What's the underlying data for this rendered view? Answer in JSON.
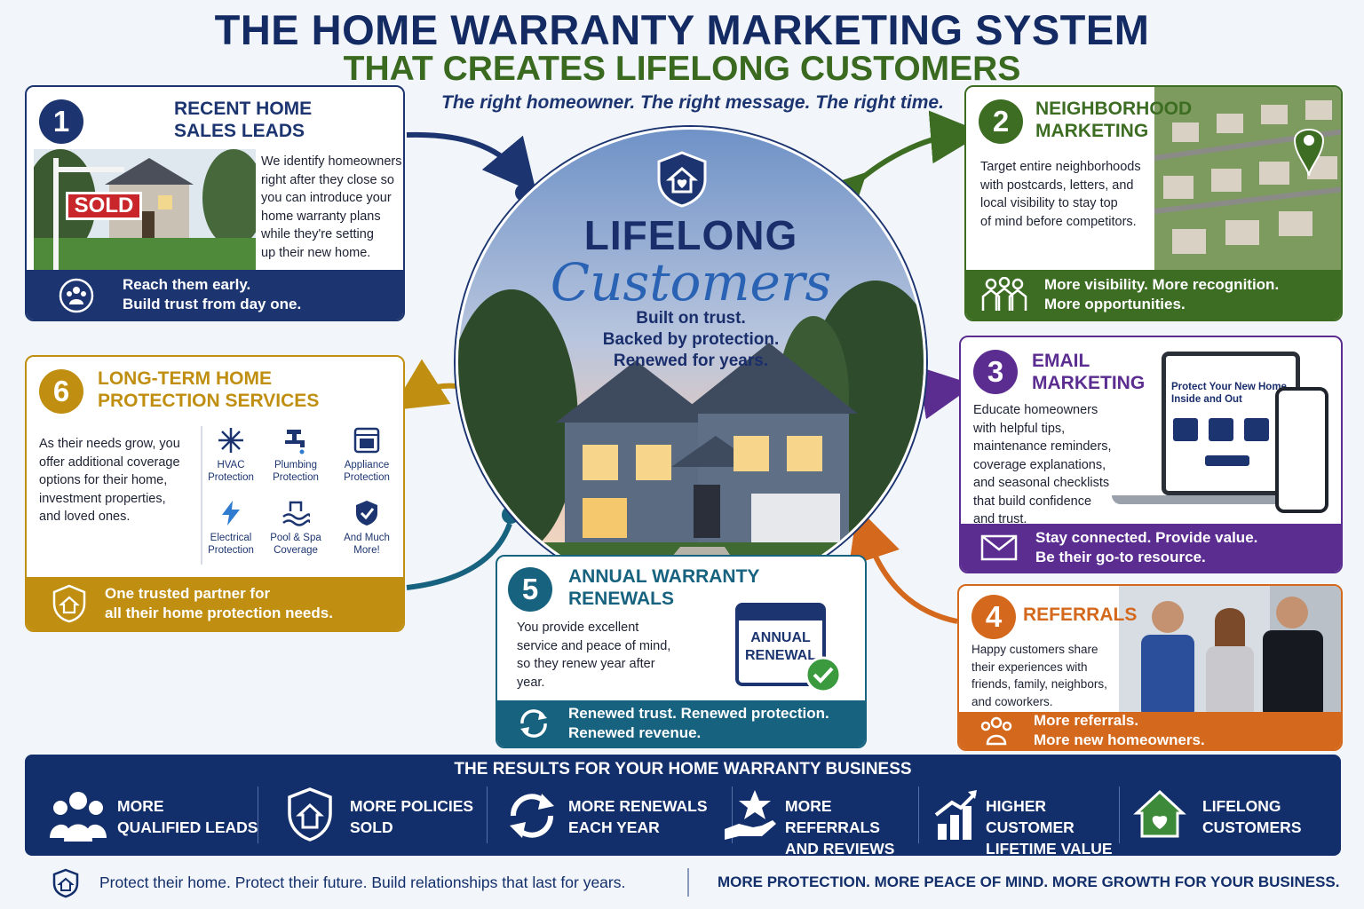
{
  "header": {
    "title": "THE HOME WARRANTY MARKETING SYSTEM",
    "subtitle": "THAT CREATES LIFELONG CUSTOMERS",
    "tagline": "The right homeowner. The right message. The right time."
  },
  "center": {
    "line1": "LIFELONG",
    "line2": "Customers",
    "sub1": "Built on trust.",
    "sub2": "Backed by protection.",
    "sub3": "Renewed for years."
  },
  "cards": {
    "recent": {
      "number": "1",
      "title1": "RECENT HOME",
      "title2": "SALES LEADS",
      "sign": "SOLD",
      "body": [
        "We identify homeowners",
        "right after they close so",
        "you can introduce your",
        "home warranty plans",
        "while they're setting",
        "up their new home."
      ],
      "foot1": "Reach them early.",
      "foot2": "Build trust from day one.",
      "color": "#1c3570"
    },
    "neighborhood": {
      "number": "2",
      "title1": "NEIGHBORHOOD",
      "title2": "MARKETING",
      "body": [
        "Target entire neighborhoods",
        "with postcards, letters, and",
        "local visibility to stay top",
        "of mind before competitors."
      ],
      "foot1": "More visibility. More recognition.",
      "foot2": "More opportunities.",
      "color": "#3d6d23"
    },
    "email": {
      "number": "3",
      "title1": "EMAIL",
      "title2": "MARKETING",
      "body": [
        "Educate homeowners",
        "with helpful tips,",
        "maintenance reminders,",
        "coverage explanations,",
        "and seasonal checklists",
        "that build confidence",
        "and trust."
      ],
      "screen_title1": "Protect Your New Home",
      "screen_title2": "Inside and Out",
      "foot1": "Stay connected. Provide value.",
      "foot2": "Be their go-to resource.",
      "color": "#5b2d91"
    },
    "referrals": {
      "number": "4",
      "title1": "REFERRALS",
      "body": [
        "Happy customers share",
        "their experiences with",
        "friends, family, neighbors,",
        "and coworkers."
      ],
      "foot1": "More referrals.",
      "foot2": "More new homeowners.",
      "color": "#d4681c"
    },
    "renewals": {
      "number": "5",
      "title1": "ANNUAL WARRANTY",
      "title2": "RENEWALS",
      "body": [
        "You provide excellent",
        "service and peace of mind,",
        "so they renew year after",
        "year."
      ],
      "badge1": "ANNUAL",
      "badge2": "RENEWAL",
      "foot1": "Renewed trust. Renewed protection.",
      "foot2": "Renewed revenue.",
      "color": "#17627f"
    },
    "longterm": {
      "number": "6",
      "title1": "LONG-TERM HOME",
      "title2": "PROTECTION SERVICES",
      "body": [
        "As their needs grow, you",
        "offer additional coverage",
        "options for their home,",
        "investment properties,",
        "and loved ones."
      ],
      "services": [
        {
          "l1": "HVAC",
          "l2": "Protection",
          "icon": "snowflake-icon"
        },
        {
          "l1": "Plumbing",
          "l2": "Protection",
          "icon": "faucet-icon"
        },
        {
          "l1": "Appliance",
          "l2": "Protection",
          "icon": "oven-icon"
        },
        {
          "l1": "Electrical",
          "l2": "Protection",
          "icon": "bolt-icon"
        },
        {
          "l1": "Pool & Spa",
          "l2": "Coverage",
          "icon": "wave-icon"
        },
        {
          "l1": "And Much",
          "l2": "More!",
          "icon": "shield-check-icon"
        }
      ],
      "foot1": "One trusted partner for",
      "foot2": "all their home protection needs.",
      "color": "#c08f12"
    }
  },
  "results": {
    "title": "THE RESULTS FOR YOUR HOME WARRANTY BUSINESS",
    "items": [
      {
        "l1": "MORE",
        "l2": "QUALIFIED LEADS",
        "icon": "people-icon"
      },
      {
        "l1": "MORE POLICIES",
        "l2": "SOLD",
        "icon": "shield-home-icon"
      },
      {
        "l1": "MORE RENEWALS",
        "l2": "EACH YEAR",
        "icon": "refresh-icon"
      },
      {
        "l1": "MORE REFERRALS",
        "l2": "AND REVIEWS",
        "icon": "hand-star-icon"
      },
      {
        "l1": "HIGHER CUSTOMER",
        "l2": "LIFETIME VALUE",
        "icon": "growth-chart-icon"
      },
      {
        "l1": "LIFELONG",
        "l2": "CUSTOMERS",
        "icon": "heart-home-icon"
      }
    ]
  },
  "footer": {
    "left": "Protect their home. Protect their future. Build relationships that last for years.",
    "right": "MORE PROTECTION. MORE PEACE OF MIND. MORE GROWTH FOR YOUR BUSINESS."
  }
}
